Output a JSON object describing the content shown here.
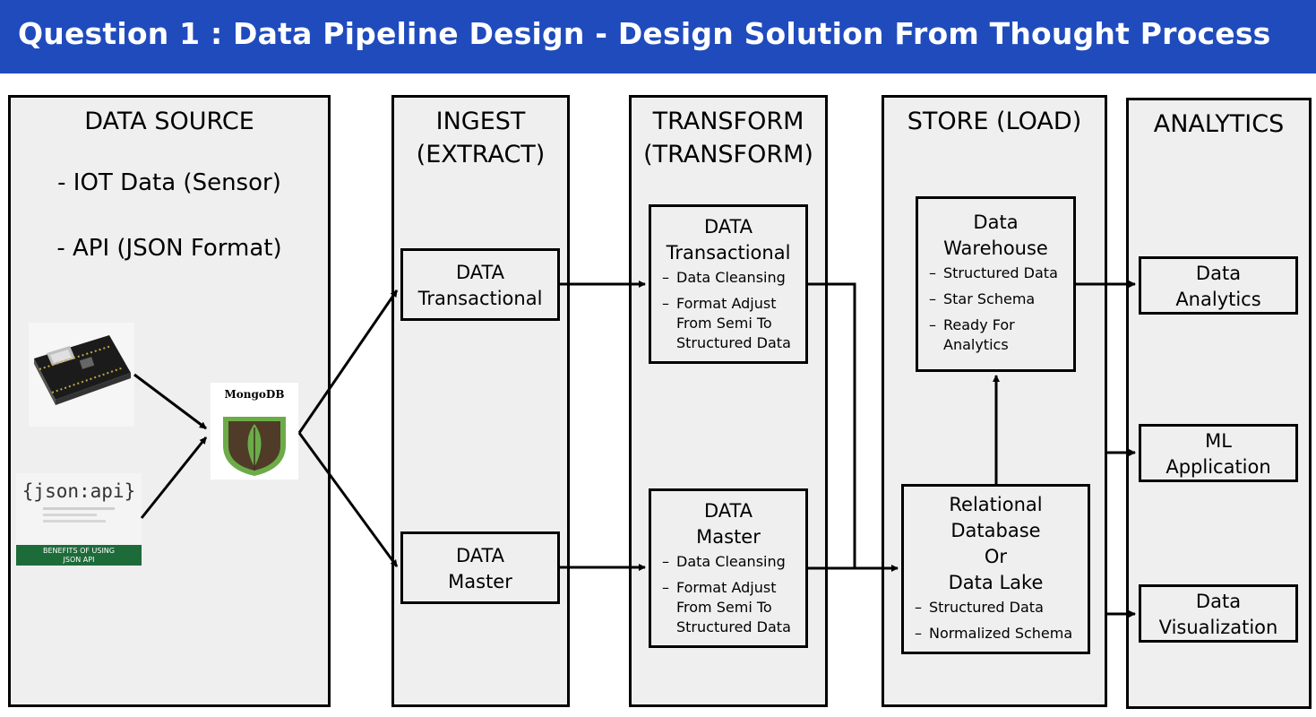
{
  "title": "Question 1 : Data Pipeline Design - Design Solution From Thought Process",
  "columns": {
    "source": {
      "heading": "DATA SOURCE",
      "items": [
        "- IOT Data (Sensor)",
        "- API (JSON Format)"
      ],
      "json_logo": {
        "text": "{json:api}",
        "caption_line1": "BENEFITS OF USING",
        "caption_line2": "JSON API"
      },
      "mongo_logo": {
        "text": "MongoDB"
      }
    },
    "ingest": {
      "heading_line1": "INGEST",
      "heading_line2": "(EXTRACT)",
      "boxes": [
        {
          "line1": "DATA",
          "line2": "Transactional"
        },
        {
          "line1": "DATA",
          "line2": "Master"
        }
      ]
    },
    "transform": {
      "heading_line1": "TRANSFORM",
      "heading_line2": "(TRANSFORM)",
      "boxes": [
        {
          "line1": "DATA",
          "line2": "Transactional",
          "bullets": [
            "Data Cleansing",
            "Format Adjust From Semi To Structured Data"
          ]
        },
        {
          "line1": "DATA",
          "line2": "Master",
          "bullets": [
            "Data Cleansing",
            "Format Adjust From Semi To Structured Data"
          ]
        }
      ]
    },
    "store": {
      "heading": "STORE (LOAD)",
      "warehouse": {
        "line1": "Data",
        "line2": "Warehouse",
        "bullets": [
          "Structured Data",
          "Star Schema",
          "Ready For Analytics"
        ]
      },
      "database": {
        "line1": "Relational",
        "line2": "Database",
        "line3": "Or",
        "line4": "Data Lake",
        "bullets": [
          "Structured Data",
          "Normalized Schema"
        ]
      }
    },
    "analytics": {
      "heading": "ANALYTICS",
      "boxes": [
        {
          "line1": "Data",
          "line2": "Analytics"
        },
        {
          "line1": "ML",
          "line2": "Application"
        },
        {
          "line1": "Data",
          "line2": "Visualization"
        }
      ]
    }
  },
  "dash_symbol": "–",
  "colors": {
    "title_bar": "#1f4bbd",
    "panel": "#efefef",
    "mongo_leaf": "#4f3b28",
    "mongo_ring": "#6cac48",
    "json_caption_bg": "#1e6b3a"
  }
}
